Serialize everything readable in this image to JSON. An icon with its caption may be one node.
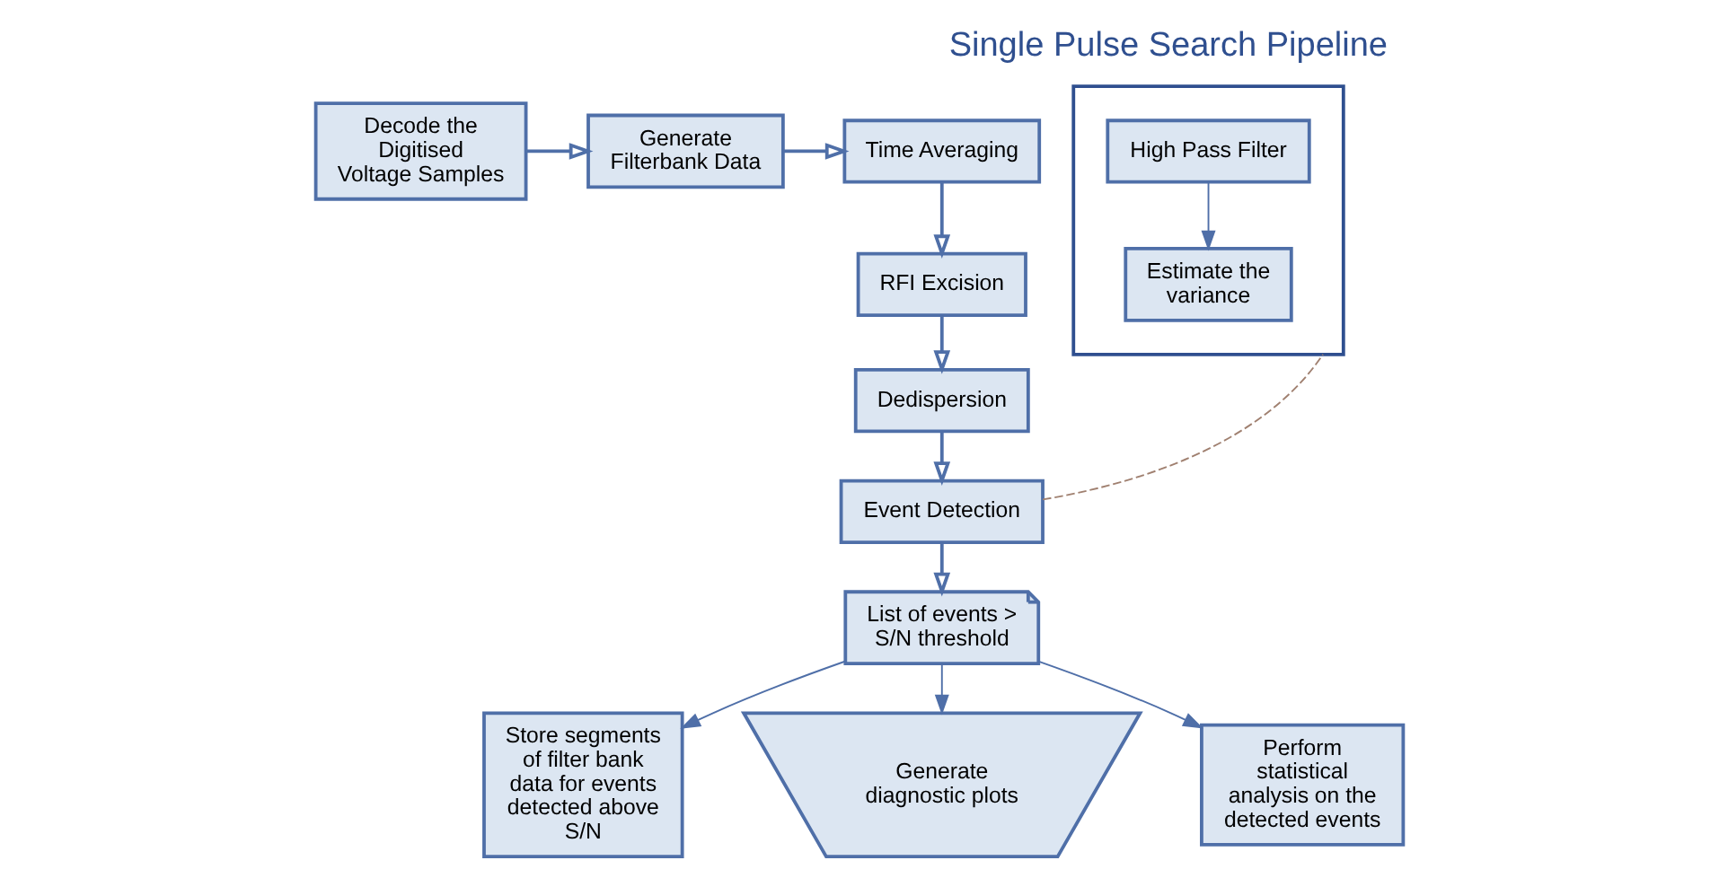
{
  "diagram": {
    "title": "Single Pulse Search Pipeline",
    "nodes": [
      {
        "text": [
          "Decode the Digitised Voltage Samples"
        ]
      },
      {
        "text": [
          "Generate Filterbank Data"
        ]
      },
      {
        "text": [
          "Time Averaging"
        ]
      },
      {
        "text": [
          "RFI Excision"
        ]
      },
      {
        "text": [
          "Dedispersion"
        ]
      },
      {
        "text": [
          "Event Detection"
        ]
      },
      {
        "text": [
          "List of events > S/N threshold"
        ]
      },
      {
        "text": [
          "Store segments of filter bank data for events detected above S/N"
        ]
      },
      {
        "text": [
          "Generate diagnostic plots"
        ]
      },
      {
        "text": [
          "Perform statistical analysis on the detected events"
        ]
      },
      {
        "text": [],
        "shape": "box"
      },
      {
        "text": [
          "High Pass Filter"
        ],
        "in": 10
      },
      {
        "text": [
          "Estimate the variance"
        ],
        "in": 10
      }
    ],
    "edges": [
      {
        "from": 0,
        "to": 1,
        "arrow": "to"
      },
      {
        "from": 1,
        "to": 2,
        "arrow": "to"
      },
      {
        "from": 2,
        "to": 3,
        "arrow": "to"
      },
      {
        "from": 3,
        "to": 4,
        "arrow": "to"
      },
      {
        "from": 4,
        "to": 5,
        "arrow": "to"
      },
      {
        "from": 5,
        "to": 6,
        "arrow": "to"
      },
      {
        "from": 6,
        "to": 7,
        "arrow": "to"
      },
      {
        "from": 6,
        "to": 8,
        "arrow": "to"
      },
      {
        "from": 6,
        "to": 9,
        "arrow": "to"
      },
      {
        "from": 11,
        "to": 12,
        "arrow": "to"
      },
      {
        "from": 5,
        "to": 10,
        "arrow": "none",
        "style": "dashed",
        "color": "#a08070"
      }
    ]
  }
}
